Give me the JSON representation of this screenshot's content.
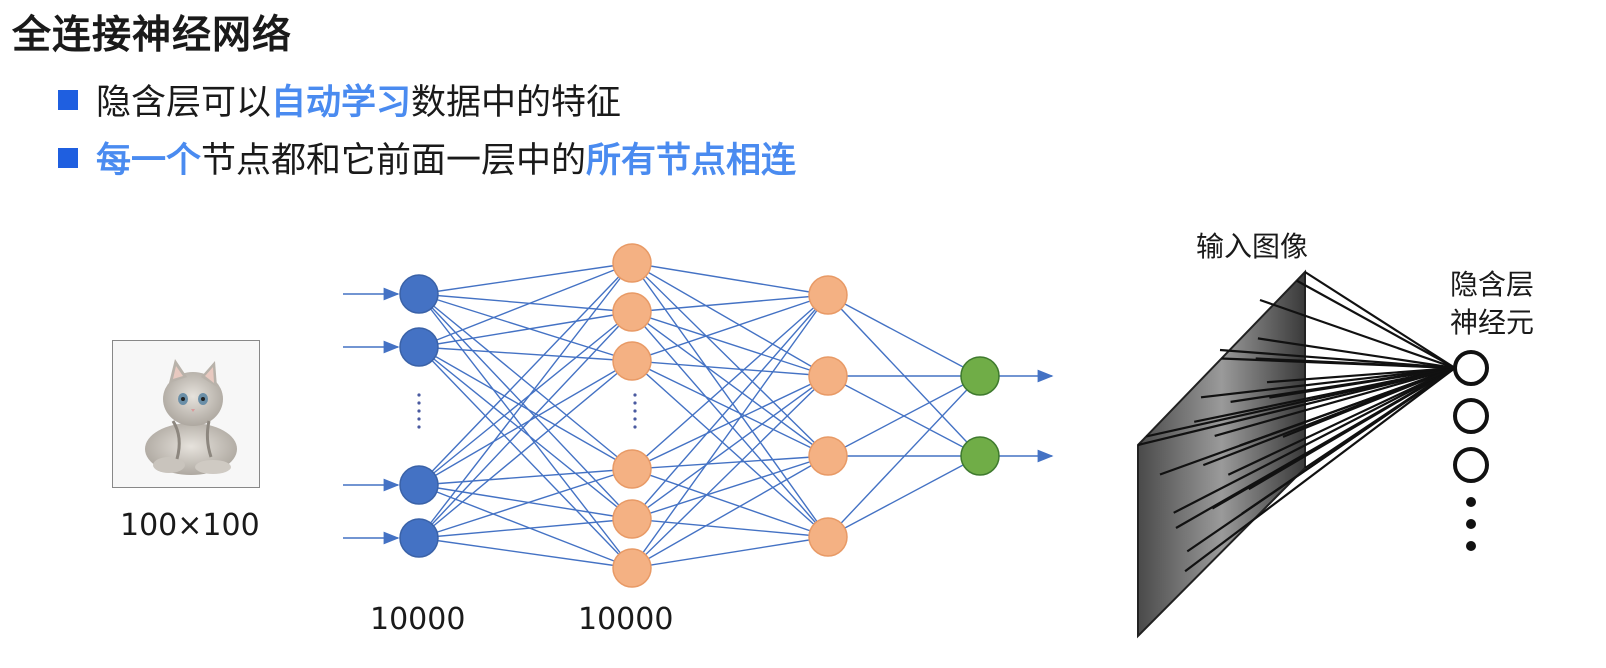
{
  "slide": {
    "title": "全连接神经网络",
    "bullets": [
      {
        "parts": [
          {
            "text": "隐含层可以",
            "highlight": false
          },
          {
            "text": "自动学习",
            "highlight": true
          },
          {
            "text": "数据中的特征",
            "highlight": false
          }
        ]
      },
      {
        "parts": [
          {
            "text": "每一个",
            "highlight": true
          },
          {
            "text": "节点都和它前面一层中的",
            "highlight": false
          },
          {
            "text": "所有节点相连",
            "highlight": true
          }
        ]
      }
    ],
    "colors": {
      "bullet_square": "#1f5fe0",
      "highlight_text": "#4a8bf0",
      "input_node": "#4472c4",
      "hidden_node": "#f4b183",
      "output_node": "#70ad47",
      "edge": "#4472c4"
    }
  },
  "diagram": {
    "image_size_label": "100×100",
    "image_icon": "kitten-photo",
    "input_layer_count": "10000",
    "hidden_layer_count": "10000",
    "right_input_label": "输入图像",
    "right_hidden_label_line1": "隐含层",
    "right_hidden_label_line2": "神经元"
  }
}
